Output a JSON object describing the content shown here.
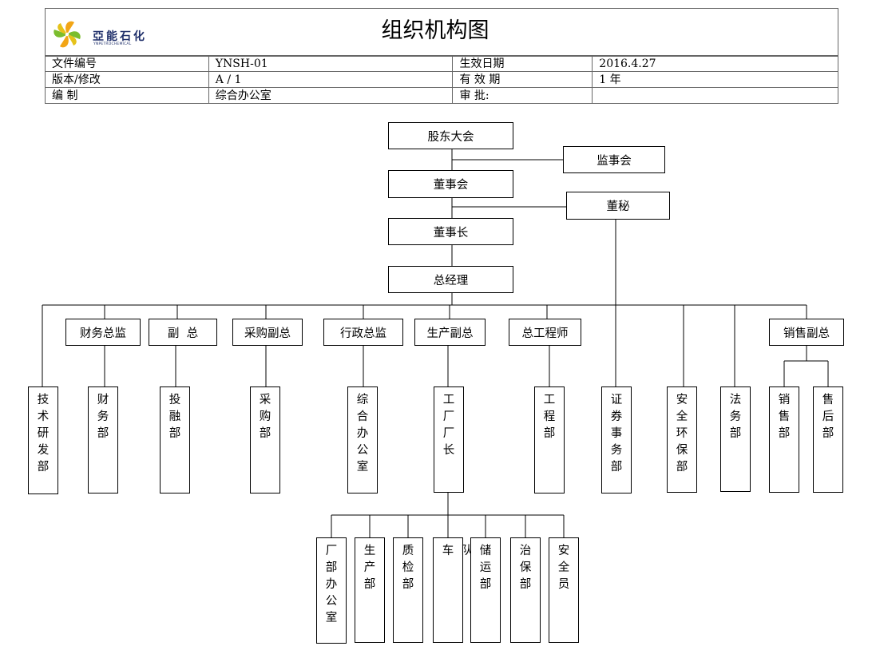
{
  "company": {
    "name_cn": "亞能石化",
    "name_en": "YNPETROCHEMICAL"
  },
  "title": "组织机构图",
  "meta": {
    "rows": [
      [
        "文件编号",
        "YNSH-01",
        "生效日期",
        "2016.4.27"
      ],
      [
        "版本/修改",
        "A / 1",
        "有  效  期",
        "1 年"
      ],
      [
        "编      制",
        "综合办公室",
        "审      批:",
        ""
      ]
    ]
  },
  "org": {
    "shareholders": "股东大会",
    "supervisors": "监事会",
    "board": "董事会",
    "secretary": "董秘",
    "chairman": "董事长",
    "gm": "总经理",
    "vps": {
      "finance": "财务总监",
      "deputy": "副  总",
      "purchasing": "采购副总",
      "admin": "行政总监",
      "production": "生产副总",
      "chief_engineer": "总工程师",
      "sales": "销售副总"
    },
    "depts": {
      "tech": "技术研发部",
      "finance": "财务部",
      "investment": "投融部",
      "purchasing": "采购部",
      "office": "综合办公室",
      "factory_head": "工厂厂长",
      "engineering": "工程部",
      "securities": "证券事务部",
      "safety_env": "安全环保部",
      "legal": "法务部",
      "sales": "销售部",
      "after_sales": "售后部"
    },
    "factory": {
      "office": "厂部办公室",
      "production": "生产部",
      "qc": "质检部",
      "fleet": "车  队",
      "storage": "储运部",
      "security": "治保部",
      "safety_officer": "安全员"
    }
  }
}
